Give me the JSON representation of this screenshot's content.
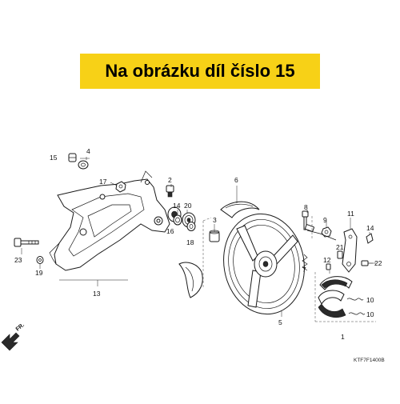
{
  "banner": {
    "text": "Na obrázku díl číslo 15",
    "color": "#f7d117"
  },
  "diagram_code": "KTF7F1400B",
  "direction_label": "FR.",
  "callouts": {
    "p1": "1",
    "p3": "3",
    "p4": "4",
    "p5": "5",
    "p6": "6",
    "p7": "7",
    "p8": "8",
    "p9": "9",
    "p10a": "10",
    "p10b": "10",
    "p11": "11",
    "p12": "12",
    "p13": "13",
    "p14": "14",
    "p15": "15",
    "p16": "16",
    "p17": "17",
    "p18": "18",
    "p19": "19",
    "p20": "20",
    "p21": "21",
    "p22": "22",
    "p23": "23",
    "p2": "2"
  }
}
